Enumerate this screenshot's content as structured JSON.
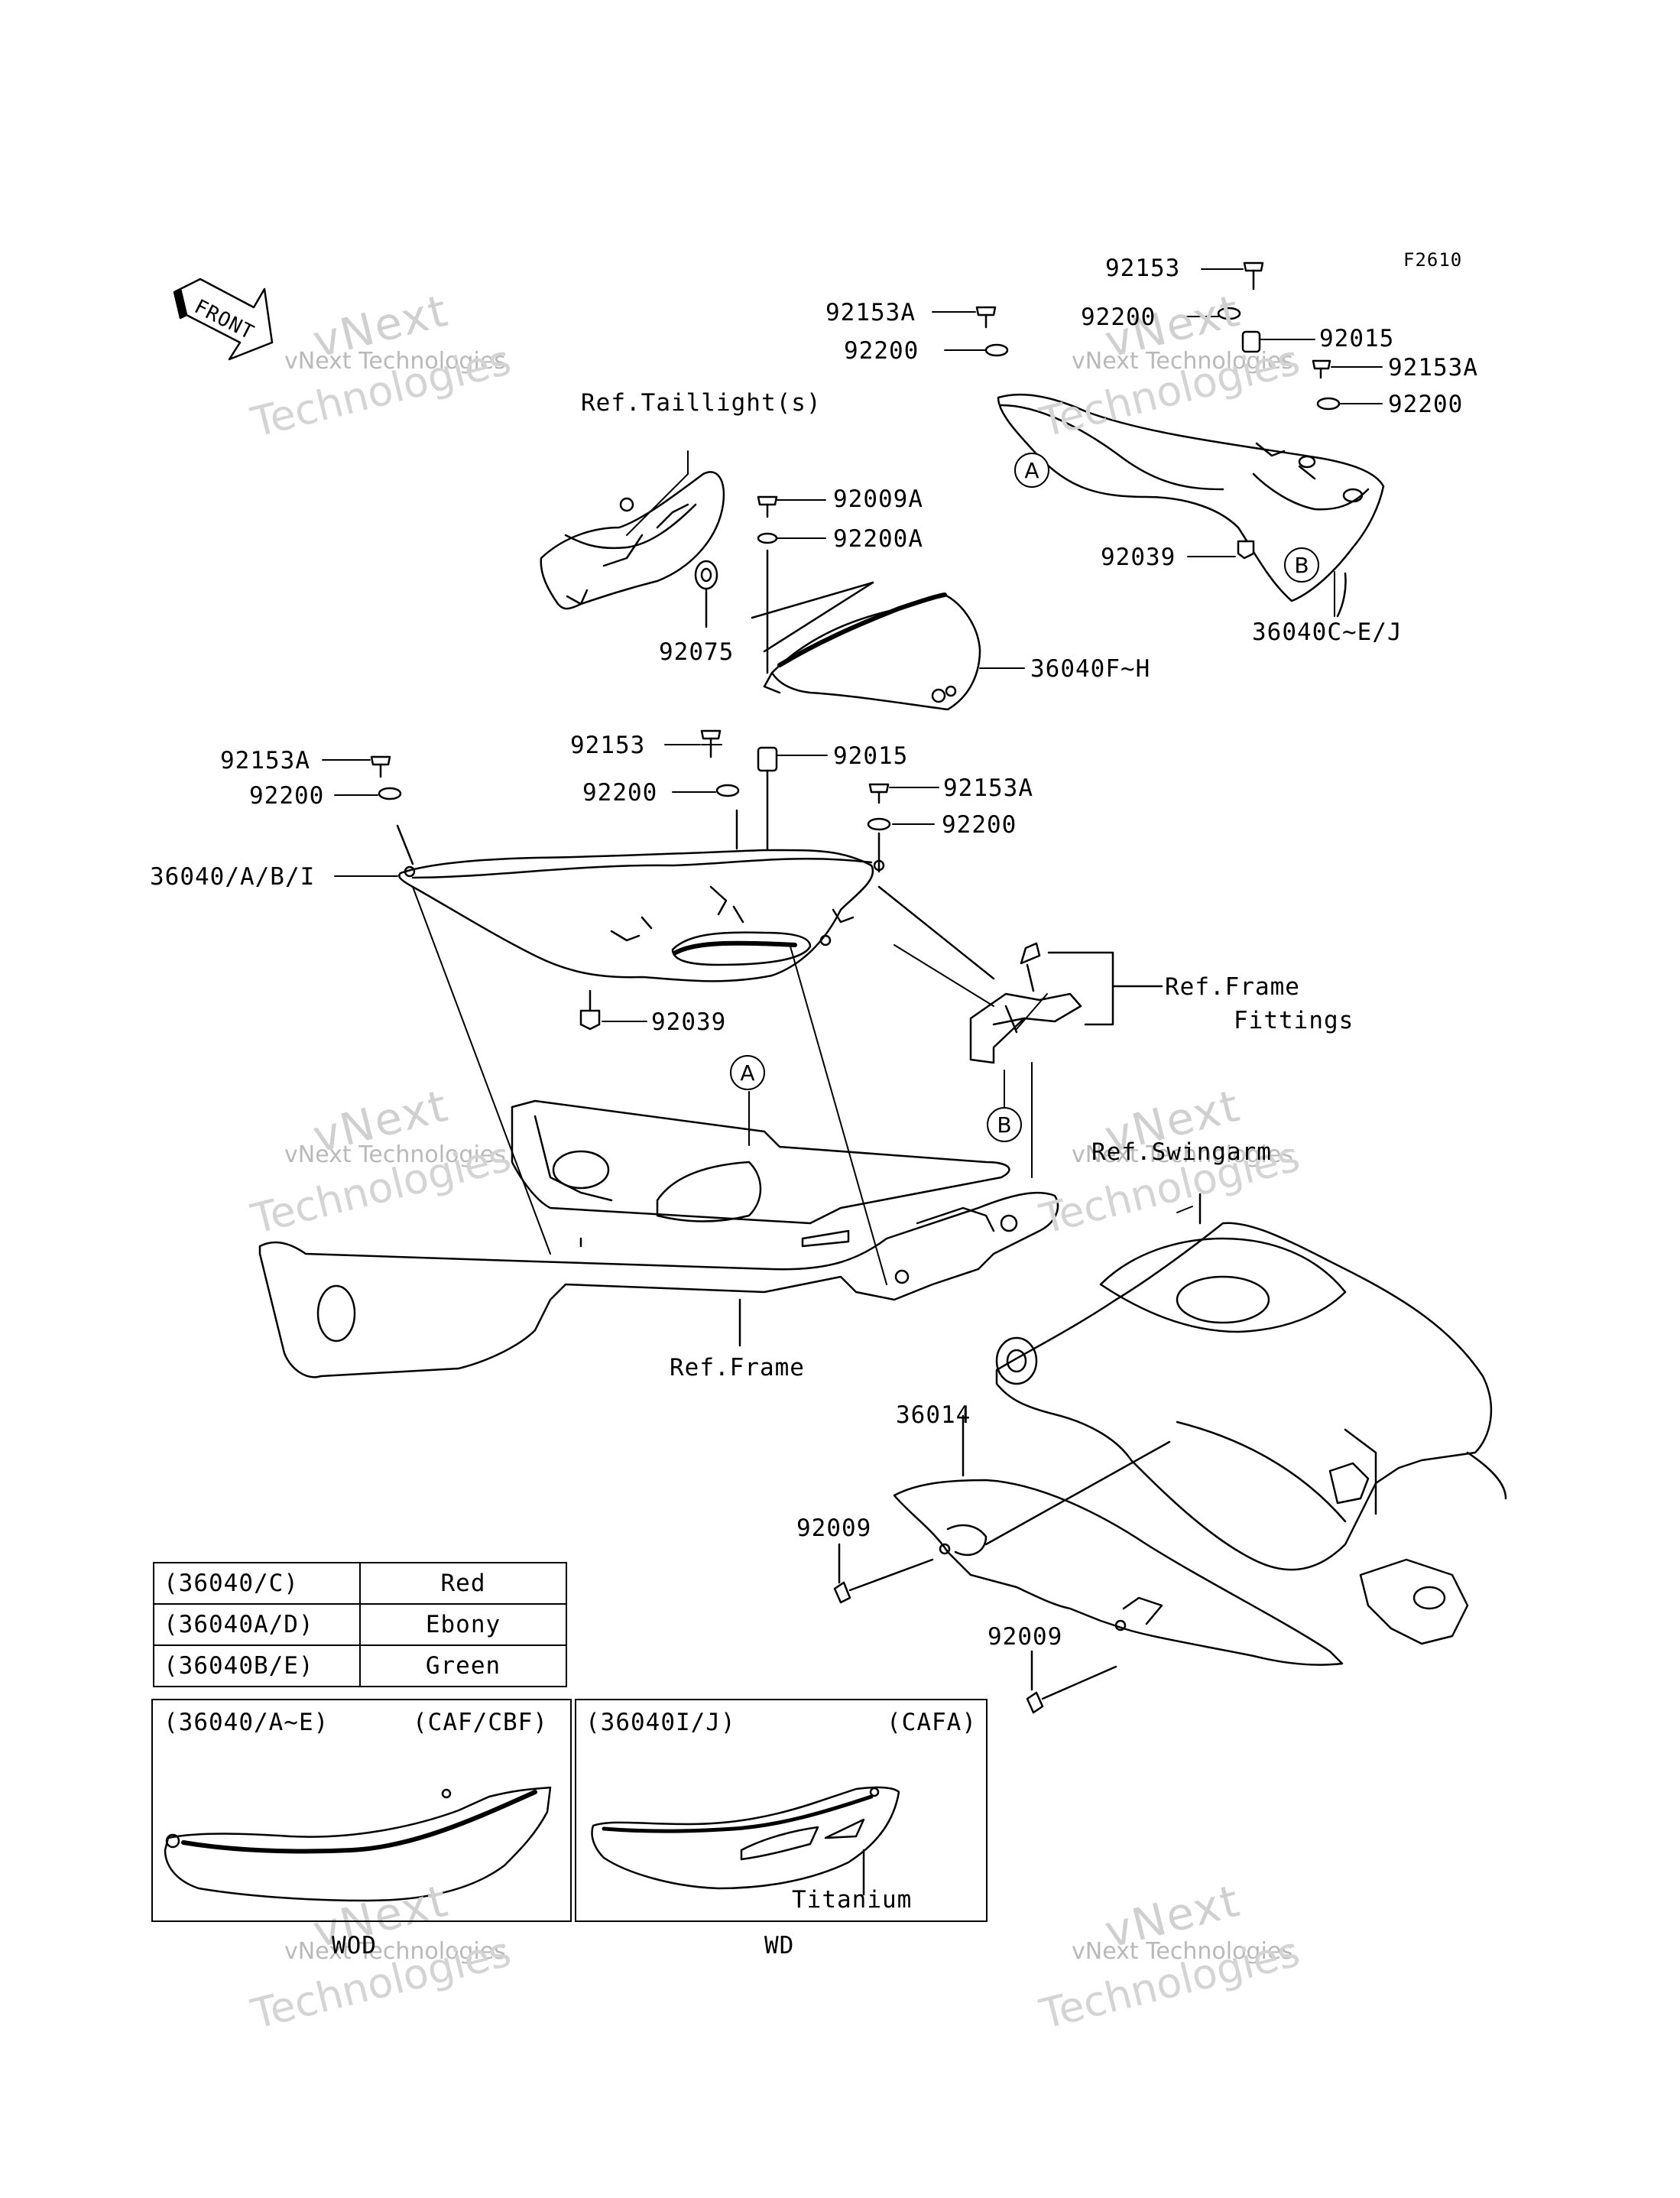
{
  "figure_code": "F2610",
  "front_label": "FRONT",
  "watermark": {
    "line1": "vNext Technologies",
    "big_a": "vNext",
    "big_b": "Technologies"
  },
  "callouts": {
    "A": "A",
    "B": "B"
  },
  "labels": {
    "p92153_top": "92153",
    "p92153A_top": "92153A",
    "p92200_tl": "92200",
    "p92200_tr": "92200",
    "p92015_top": "92015",
    "p92153A_right": "92153A",
    "p92200_right": "92200",
    "p92039_top": "92039",
    "p36040CEJ": "36040C~E/J",
    "ref_taillight": "Ref.Taillight(s)",
    "p92009A": "92009A",
    "p92200A": "92200A",
    "p92075": "92075",
    "p36040FH": "36040F~H",
    "p92153_mid": "92153",
    "p92015_mid": "92015",
    "p92153A_left": "92153A",
    "p92200_left": "92200",
    "p92200_mid": "92200",
    "p92153A_mid": "92153A",
    "p92200_mid2": "92200",
    "p36040ABI": "36040/A/B/I",
    "ref_frame_fittings_1": "Ref.Frame",
    "ref_frame_fittings_2": "Fittings",
    "p92039_mid": "92039",
    "ref_swingarm": "Ref.Swingarm",
    "ref_frame": "Ref.Frame",
    "p36014": "36014",
    "p92009_a": "92009",
    "p92009_b": "92009"
  },
  "color_table": [
    {
      "code": "(36040/C)",
      "color": "Red"
    },
    {
      "code": "(36040A/D)",
      "color": "Ebony"
    },
    {
      "code": "(36040B/E)",
      "color": "Green"
    }
  ],
  "variants": [
    {
      "code": "(36040/A~E)",
      "model": "(CAF/CBF)",
      "caption": "WOD",
      "note": ""
    },
    {
      "code": "(36040I/J)",
      "model": "(CAFA)",
      "caption": "WD",
      "note": "Titanium"
    }
  ]
}
